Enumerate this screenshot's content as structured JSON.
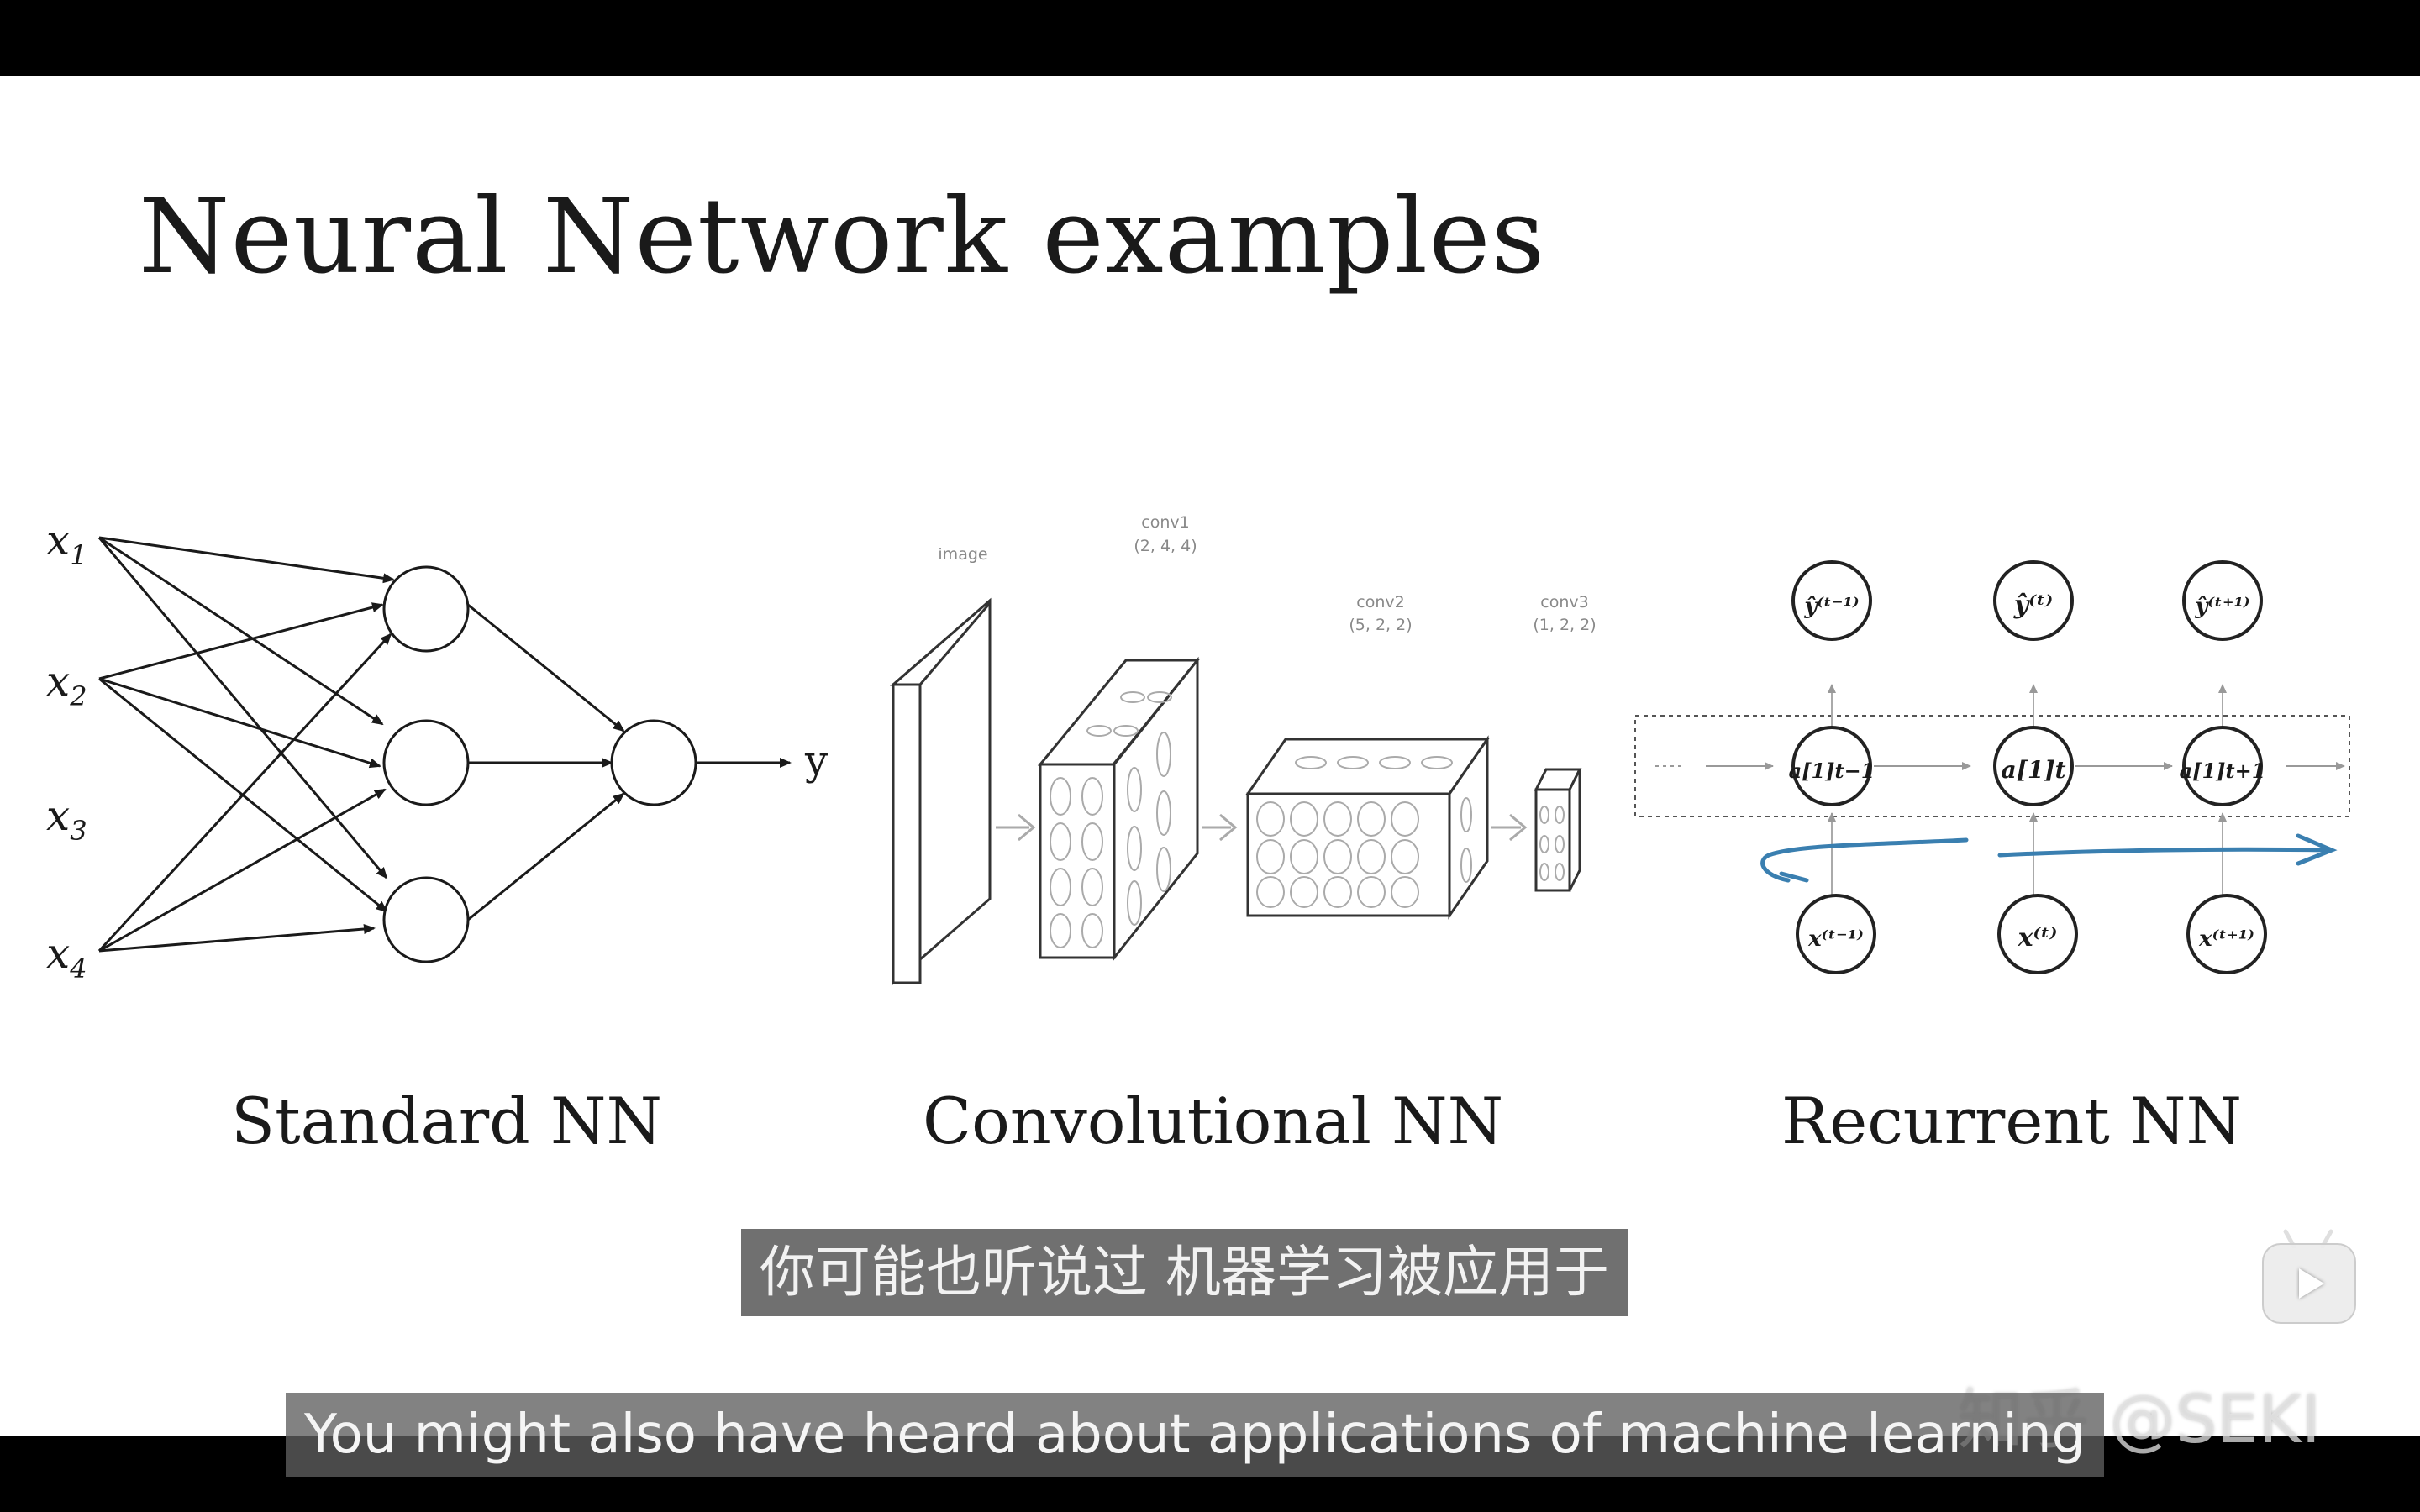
{
  "slide": {
    "title": "Neural Network examples",
    "captions": {
      "standard": "Standard NN",
      "convolutional": "Convolutional NN",
      "recurrent": "Recurrent NN"
    }
  },
  "standard_nn": {
    "inputs": [
      "x",
      "x",
      "x",
      "x"
    ],
    "input_subscripts": [
      "1",
      "2",
      "3",
      "4"
    ],
    "output": "y"
  },
  "conv_nn": {
    "labels": {
      "image": "image",
      "conv1": "conv1",
      "conv1_dims": "(2, 4, 4)",
      "conv2": "conv2",
      "conv2_dims": "(5, 2, 2)",
      "conv3": "conv3",
      "conv3_dims": "(1, 2, 2)"
    }
  },
  "recurrent_nn": {
    "outputs": [
      "ŷ⁽ᵗ⁻¹⁾",
      "ŷ⁽ᵗ⁾",
      "ŷ⁽ᵗ⁺¹⁾"
    ],
    "hidden": [
      "a[1]t−1",
      "a[1]t",
      "a[1]t+1"
    ],
    "inputs": [
      "x⁽ᵗ⁻¹⁾",
      "x⁽ᵗ⁾",
      "x⁽ᵗ⁺¹⁾"
    ]
  },
  "subtitles": {
    "chinese": "你可能也听说过 机器学习被应用于",
    "english": "You might also have heard about applications of machine learning"
  },
  "watermark": "知乎 @SEKI",
  "colors": {
    "letterbox": "#000000",
    "slide_bg": "#ffffff",
    "ink": "#1a1a1a",
    "annotation_blue": "#3a7fb0"
  }
}
